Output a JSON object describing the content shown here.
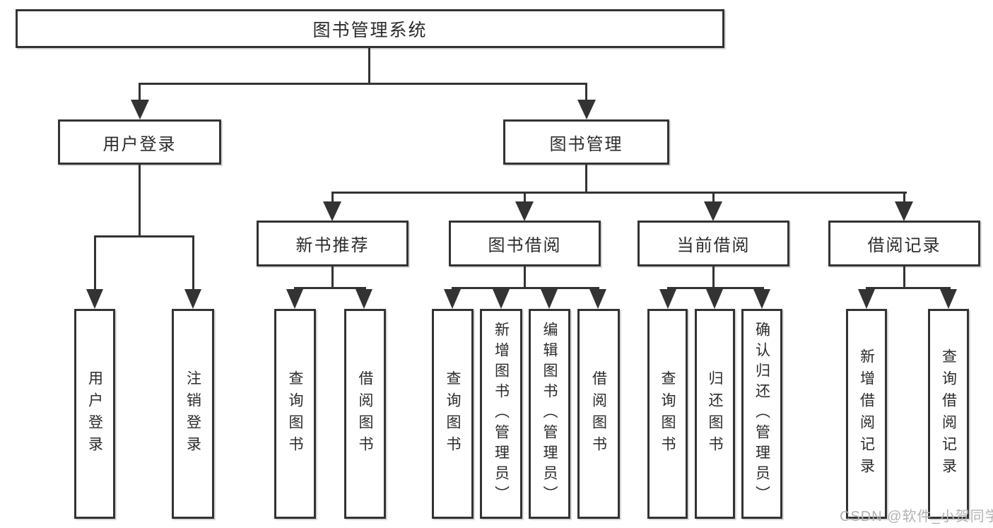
{
  "diagram": {
    "type": "hierarchy-tree",
    "nodes": {
      "root": "图书管理系统",
      "user_login": "用户登录",
      "book_mgmt": "图书管理",
      "new_book_rec": "新书推荐",
      "book_borrow": "图书借阅",
      "current_borrow": "当前借阅",
      "borrow_record": "借阅记录",
      "leaf_user_login": "用户登录",
      "leaf_logout": "注销登录",
      "leaf_query_book_1": "查询图书",
      "leaf_borrow_book_1": "借阅图书",
      "leaf_query_book_2": "查询图书",
      "leaf_add_book": "新增图书（管理员）",
      "leaf_edit_book": "编辑图书（管理员）",
      "leaf_borrow_book_2": "借阅图书",
      "leaf_query_book_3": "查询图书",
      "leaf_return_book": "归还图书",
      "leaf_confirm_return": "确认归还（管理员）",
      "leaf_add_record": "新增借阅记录",
      "leaf_query_record": "查询借阅记录"
    },
    "edges": [
      [
        "root",
        "user_login"
      ],
      [
        "root",
        "book_mgmt"
      ],
      [
        "user_login",
        "leaf_user_login"
      ],
      [
        "user_login",
        "leaf_logout"
      ],
      [
        "book_mgmt",
        "new_book_rec"
      ],
      [
        "book_mgmt",
        "book_borrow"
      ],
      [
        "book_mgmt",
        "current_borrow"
      ],
      [
        "book_mgmt",
        "borrow_record"
      ],
      [
        "new_book_rec",
        "leaf_query_book_1"
      ],
      [
        "new_book_rec",
        "leaf_borrow_book_1"
      ],
      [
        "book_borrow",
        "leaf_query_book_2"
      ],
      [
        "book_borrow",
        "leaf_add_book"
      ],
      [
        "book_borrow",
        "leaf_edit_book"
      ],
      [
        "book_borrow",
        "leaf_borrow_book_2"
      ],
      [
        "current_borrow",
        "leaf_query_book_3"
      ],
      [
        "current_borrow",
        "leaf_return_book"
      ],
      [
        "current_borrow",
        "leaf_confirm_return"
      ],
      [
        "borrow_record",
        "leaf_add_record"
      ],
      [
        "borrow_record",
        "leaf_query_record"
      ]
    ],
    "colors": {
      "line": "#333333",
      "text": "#2b2b2b",
      "background": "#ffffff",
      "watermark": "#b2b2b2"
    }
  },
  "watermark": "CSDN @软件_小贺同学"
}
